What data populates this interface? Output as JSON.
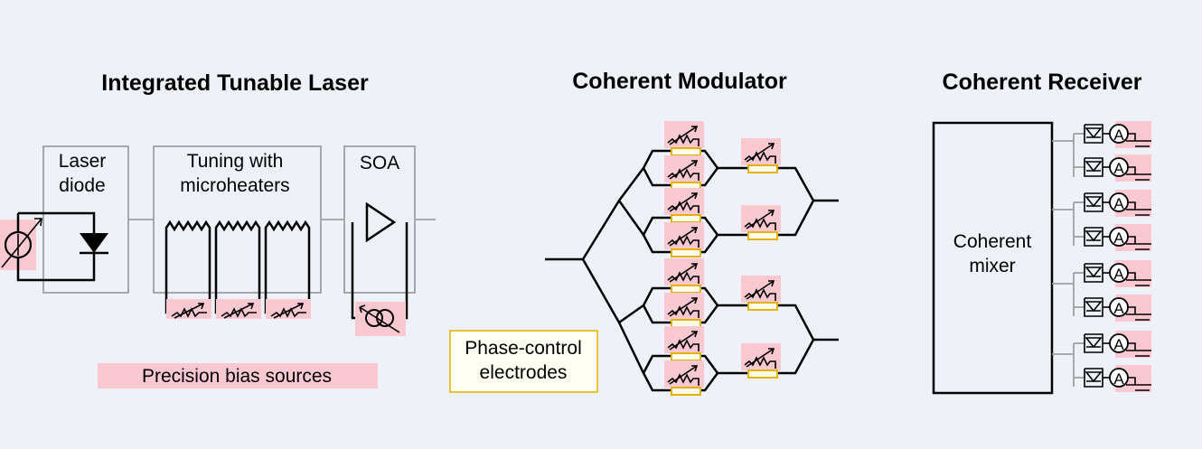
{
  "titles": {
    "laser": "Integrated Tunable Laser",
    "modulator": "Coherent Modulator",
    "receiver": "Coherent Receiver"
  },
  "laser": {
    "diode_line1": "Laser",
    "diode_line2": "diode",
    "tuning_line1": "Tuning with",
    "tuning_line2": "microheaters",
    "soa": "SOA",
    "bias_label": "Precision bias sources"
  },
  "modulator": {
    "phase_line1": "Phase-control",
    "phase_line2": "electrodes"
  },
  "receiver": {
    "mixer_line1": "Coherent",
    "mixer_line2": "mixer",
    "ammeter_symbol": "A"
  },
  "colors": {
    "bias_highlight": "#f9c8d0",
    "electrode": "#e3b200",
    "background": "#eef2f8"
  },
  "icons": [
    "current-source-icon",
    "laser-diode-icon",
    "heater-resistor-icon",
    "variable-source-icon",
    "amplifier-icon",
    "photodiode-icon",
    "ammeter-icon",
    "ground-icon"
  ]
}
